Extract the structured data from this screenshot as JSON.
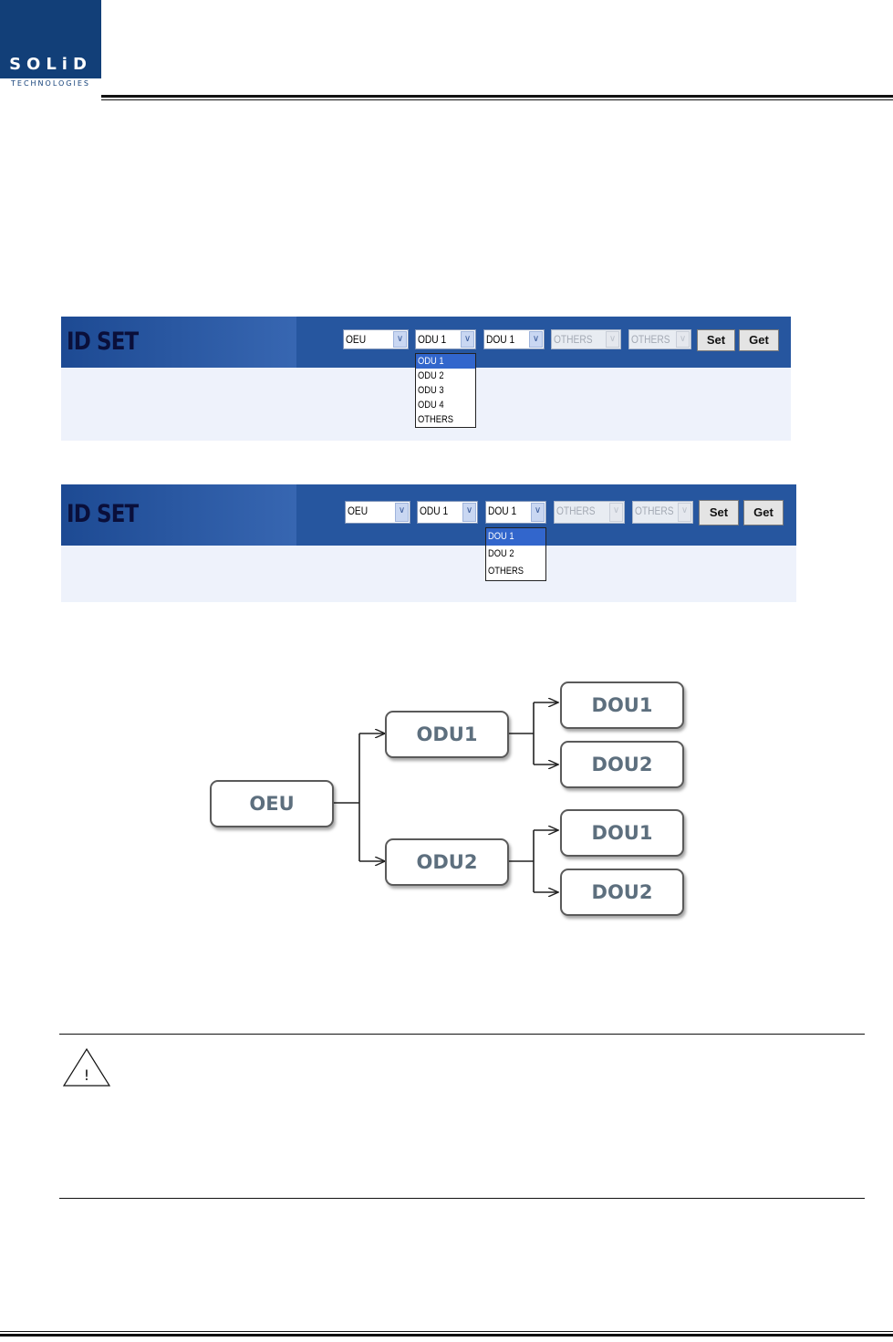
{
  "header": {
    "logo_text": "SOLiD",
    "logo_sub": "TECHNOLOGIES"
  },
  "panel1": {
    "title": "ID SET",
    "selects": [
      "OEU",
      "ODU 1",
      "DOU 1",
      "OTHERS",
      "OTHERS"
    ],
    "buttons": {
      "set": "Set",
      "get": "Get"
    },
    "dropdown": [
      "ODU 1",
      "ODU 2",
      "ODU 3",
      "ODU 4",
      "OTHERS"
    ]
  },
  "panel2": {
    "title": "ID SET",
    "selects": [
      "OEU",
      "ODU 1",
      "DOU 1",
      "OTHERS",
      "OTHERS"
    ],
    "buttons": {
      "set": "Set",
      "get": "Get"
    },
    "dropdown": [
      "DOU 1",
      "DOU 2",
      "OTHERS"
    ]
  },
  "tree": {
    "root": "OEU",
    "odu1": "ODU1",
    "odu2": "ODU2",
    "dou1_a": "DOU1",
    "dou2_a": "DOU2",
    "dou1_b": "DOU1",
    "dou2_b": "DOU2"
  },
  "warning": {
    "icon": "warning-triangle-icon",
    "symbol": "!"
  }
}
